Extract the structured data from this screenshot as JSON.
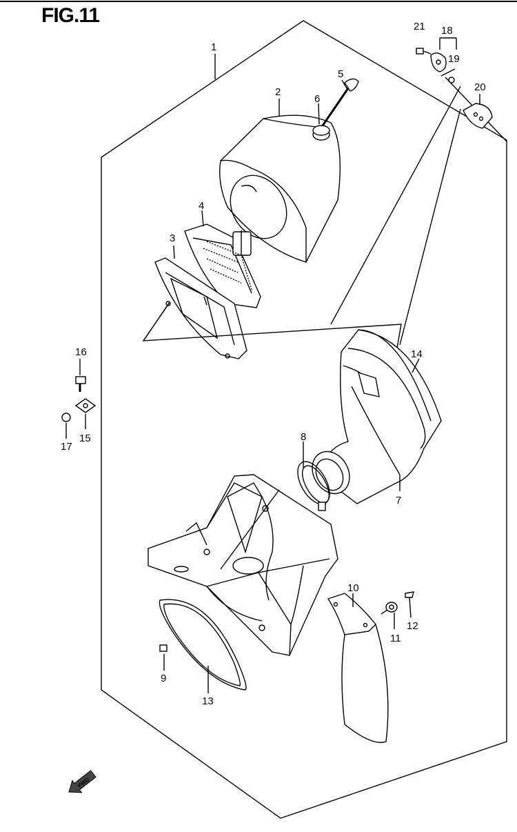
{
  "figure": {
    "title": "FIG.11"
  },
  "callouts": [
    "1",
    "2",
    "3",
    "4",
    "5",
    "6",
    "7",
    "8",
    "9",
    "10",
    "11",
    "12",
    "13",
    "14",
    "15",
    "16",
    "17",
    "18",
    "19",
    "20",
    "21"
  ],
  "fwd_label": "FWD"
}
